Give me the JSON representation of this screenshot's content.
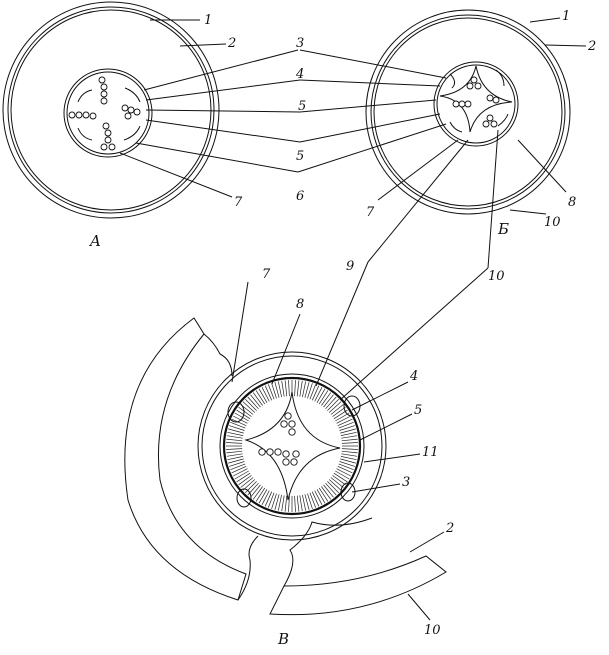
{
  "figure": {
    "panel_labels": {
      "a": "A",
      "b": "Б",
      "c": "В"
    },
    "labels_a": [
      "1",
      "2",
      "3",
      "4",
      "5",
      "5",
      "6",
      "7"
    ],
    "labels_b": [
      "1",
      "2",
      "7",
      "8",
      "10",
      "6",
      "9",
      "10"
    ],
    "labels_c": [
      "7",
      "8",
      "4",
      "5",
      "11",
      "3",
      "2",
      "10"
    ]
  }
}
